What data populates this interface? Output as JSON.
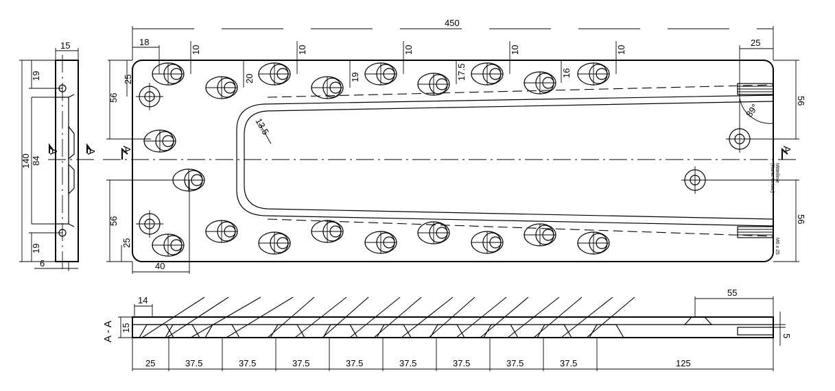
{
  "title_dim": "450",
  "front": {
    "top": [
      "18",
      "10",
      "10",
      "10",
      "10",
      "10",
      "25"
    ],
    "vert": [
      "25",
      "20",
      "19",
      "17.5",
      "16"
    ],
    "left": [
      "56",
      "56",
      "25"
    ],
    "right": [
      "56",
      "56"
    ],
    "bottom": "40",
    "radius": "13.5",
    "angle": "89°",
    "section_mark": "A",
    "note_mittellinie_1": "Mittellinie",
    "note_mittellinie_2": "(Kante Leiste)",
    "note_thread": "M6 x 25"
  },
  "side": {
    "top": "15",
    "overall": "140",
    "inner": "84",
    "d19a": "19",
    "d19b": "19",
    "bottom": "6",
    "section_mark": "A"
  },
  "section": {
    "label": "A - A",
    "d14": "14",
    "d15": "15",
    "d55": "55",
    "d5": "5",
    "pitches": [
      "25",
      "37.5",
      "37.5",
      "37.5",
      "37.5",
      "37.5",
      "37.5",
      "37.5",
      "37.5",
      "125"
    ]
  }
}
